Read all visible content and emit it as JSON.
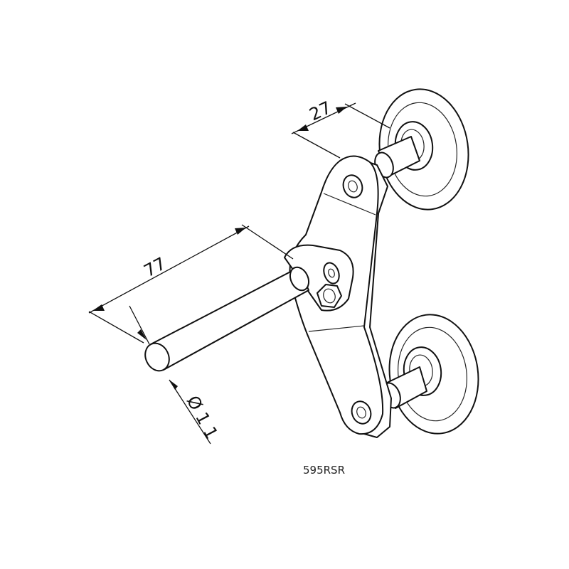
{
  "dimensions": {
    "roller_offset": "27",
    "shaft_length": "77",
    "shaft_diameter": "Ø 1 1"
  },
  "part_code": "595RSR",
  "colors": {
    "line": "#111111",
    "background": "#ffffff"
  }
}
